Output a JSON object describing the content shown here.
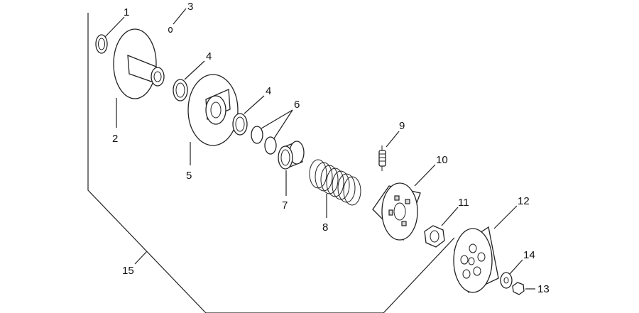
{
  "callouts": [
    {
      "id": "c1",
      "text": "1"
    },
    {
      "id": "c2",
      "text": "2"
    },
    {
      "id": "c3",
      "text": "3"
    },
    {
      "id": "c4a",
      "text": "4"
    },
    {
      "id": "c4b",
      "text": "4"
    },
    {
      "id": "c5",
      "text": "5"
    },
    {
      "id": "c6",
      "text": "6"
    },
    {
      "id": "c7",
      "text": "7"
    },
    {
      "id": "c8",
      "text": "8"
    },
    {
      "id": "c9",
      "text": "9"
    },
    {
      "id": "c10",
      "text": "10"
    },
    {
      "id": "c11",
      "text": "11"
    },
    {
      "id": "c12",
      "text": "12"
    },
    {
      "id": "c13",
      "text": "13"
    },
    {
      "id": "c14",
      "text": "14"
    },
    {
      "id": "c15",
      "text": "15"
    }
  ]
}
